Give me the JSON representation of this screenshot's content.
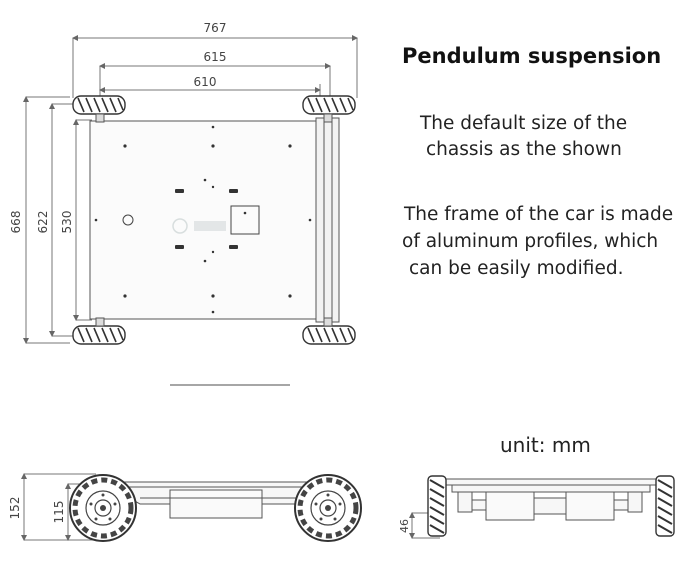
{
  "title": "Pendulum suspension",
  "notes": {
    "default_size": [
      "The default size of the",
      "chassis as the shown"
    ],
    "frame": [
      "The frame of the car is made",
      "of aluminum profiles, which",
      "can be easily modified."
    ],
    "unit": "unit: mm"
  },
  "dimensions": {
    "top_width_outer": "767",
    "top_width_mid": "615",
    "top_width_inner": "610",
    "height_outer": "668",
    "height_mid": "622",
    "height_inner": "530",
    "side_height": "152",
    "side_wheel": "115",
    "front_clearance": "46"
  },
  "colors": {
    "line": "#555555",
    "dim": "#6a6a6a",
    "wheel": "#333333"
  }
}
